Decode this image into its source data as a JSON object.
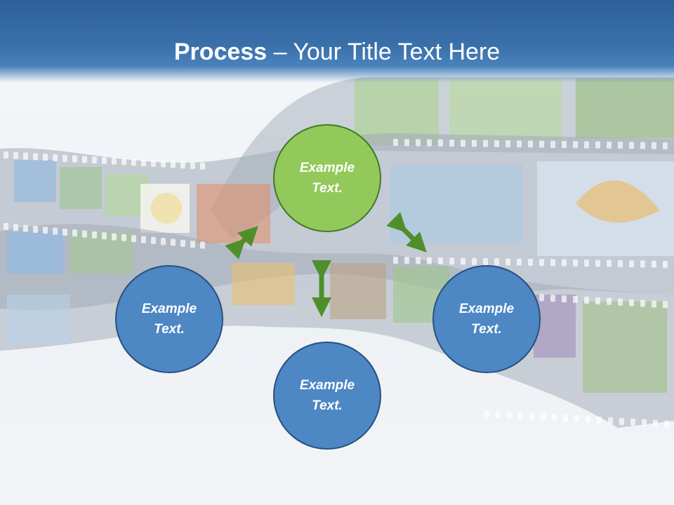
{
  "slide": {
    "title_bold": "Process",
    "title_rest": " – Your Title Text Here"
  },
  "nodes": {
    "top": {
      "line1": "Example",
      "line2": "Text."
    },
    "left": {
      "line1": "Example",
      "line2": "Text."
    },
    "right": {
      "line1": "Example",
      "line2": "Text."
    },
    "bottom": {
      "line1": "Example",
      "line2": "Text."
    }
  },
  "colors": {
    "header": "#2e6099",
    "node_green": "#92c95a",
    "node_blue": "#4d87c4",
    "arrow": "#4f8f2a"
  }
}
